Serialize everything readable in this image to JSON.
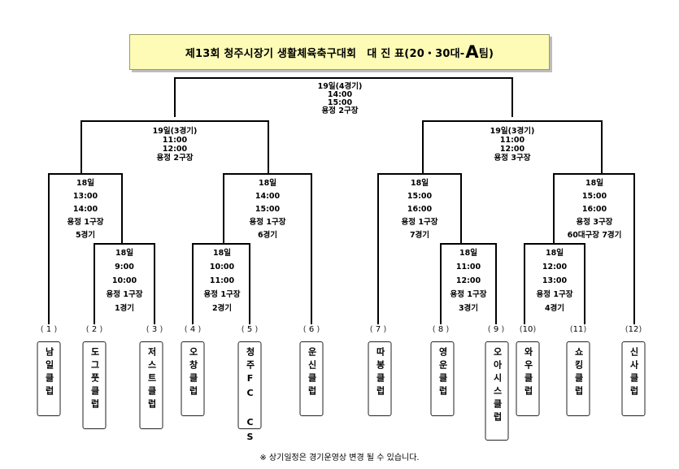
{
  "title": {
    "main": "제13회 청주시장기 생활체육축구대회　대 진 표(20・30대-",
    "accent": "A",
    "suffix": "팀)"
  },
  "matches": {
    "final": [
      "19일(4경기)",
      "14:00",
      "15:00",
      "용정 2구장"
    ],
    "semi_left": [
      "19일(3경기)",
      "11:00",
      "12:00",
      "용정 2구장"
    ],
    "semi_right": [
      "19일(3경기)",
      "11:00",
      "12:00",
      "용정 3구장"
    ],
    "g5": [
      "18일",
      "13:00",
      "14:00",
      "용정 1구장",
      "5경기"
    ],
    "g6": [
      "18일",
      "14:00",
      "15:00",
      "용정 1구장",
      "6경기"
    ],
    "g7": [
      "18일",
      "15:00",
      "16:00",
      "용정 1구장",
      "7경기"
    ],
    "g8": [
      "18일",
      "15:00",
      "16:00",
      "용정 3구장",
      "60대구장 7경기"
    ],
    "g1": [
      "18일",
      "9:00",
      "10:00",
      "용정 1구장",
      "1경기"
    ],
    "g2": [
      "18일",
      "10:00",
      "11:00",
      "용정 1구장",
      "2경기"
    ],
    "g3": [
      "18일",
      "11:00",
      "12:00",
      "용정 1구장",
      "3경기"
    ],
    "g4": [
      "18일",
      "12:00",
      "13:00",
      "용정 1구장",
      "4경기"
    ]
  },
  "teams": [
    {
      "num": "1",
      "name": "남일클럽"
    },
    {
      "num": "2",
      "name": "도그풋클럽"
    },
    {
      "num": "3",
      "name": "저스트클럽"
    },
    {
      "num": "4",
      "name": "오창클럽"
    },
    {
      "num": "5",
      "name": "청주FC CS"
    },
    {
      "num": "6",
      "name": "운신클럽"
    },
    {
      "num": "7",
      "name": "따봉클럽"
    },
    {
      "num": "8",
      "name": "영운클럽"
    },
    {
      "num": "9",
      "name": "오아시스클럽"
    },
    {
      "num": "10",
      "name": "와우클럽"
    },
    {
      "num": "11",
      "name": "쇼킹클럽"
    },
    {
      "num": "12",
      "name": "신사클럽"
    }
  ],
  "footnote": "※ 상기일정은 경기운영상 변경 될 수 있습니다."
}
